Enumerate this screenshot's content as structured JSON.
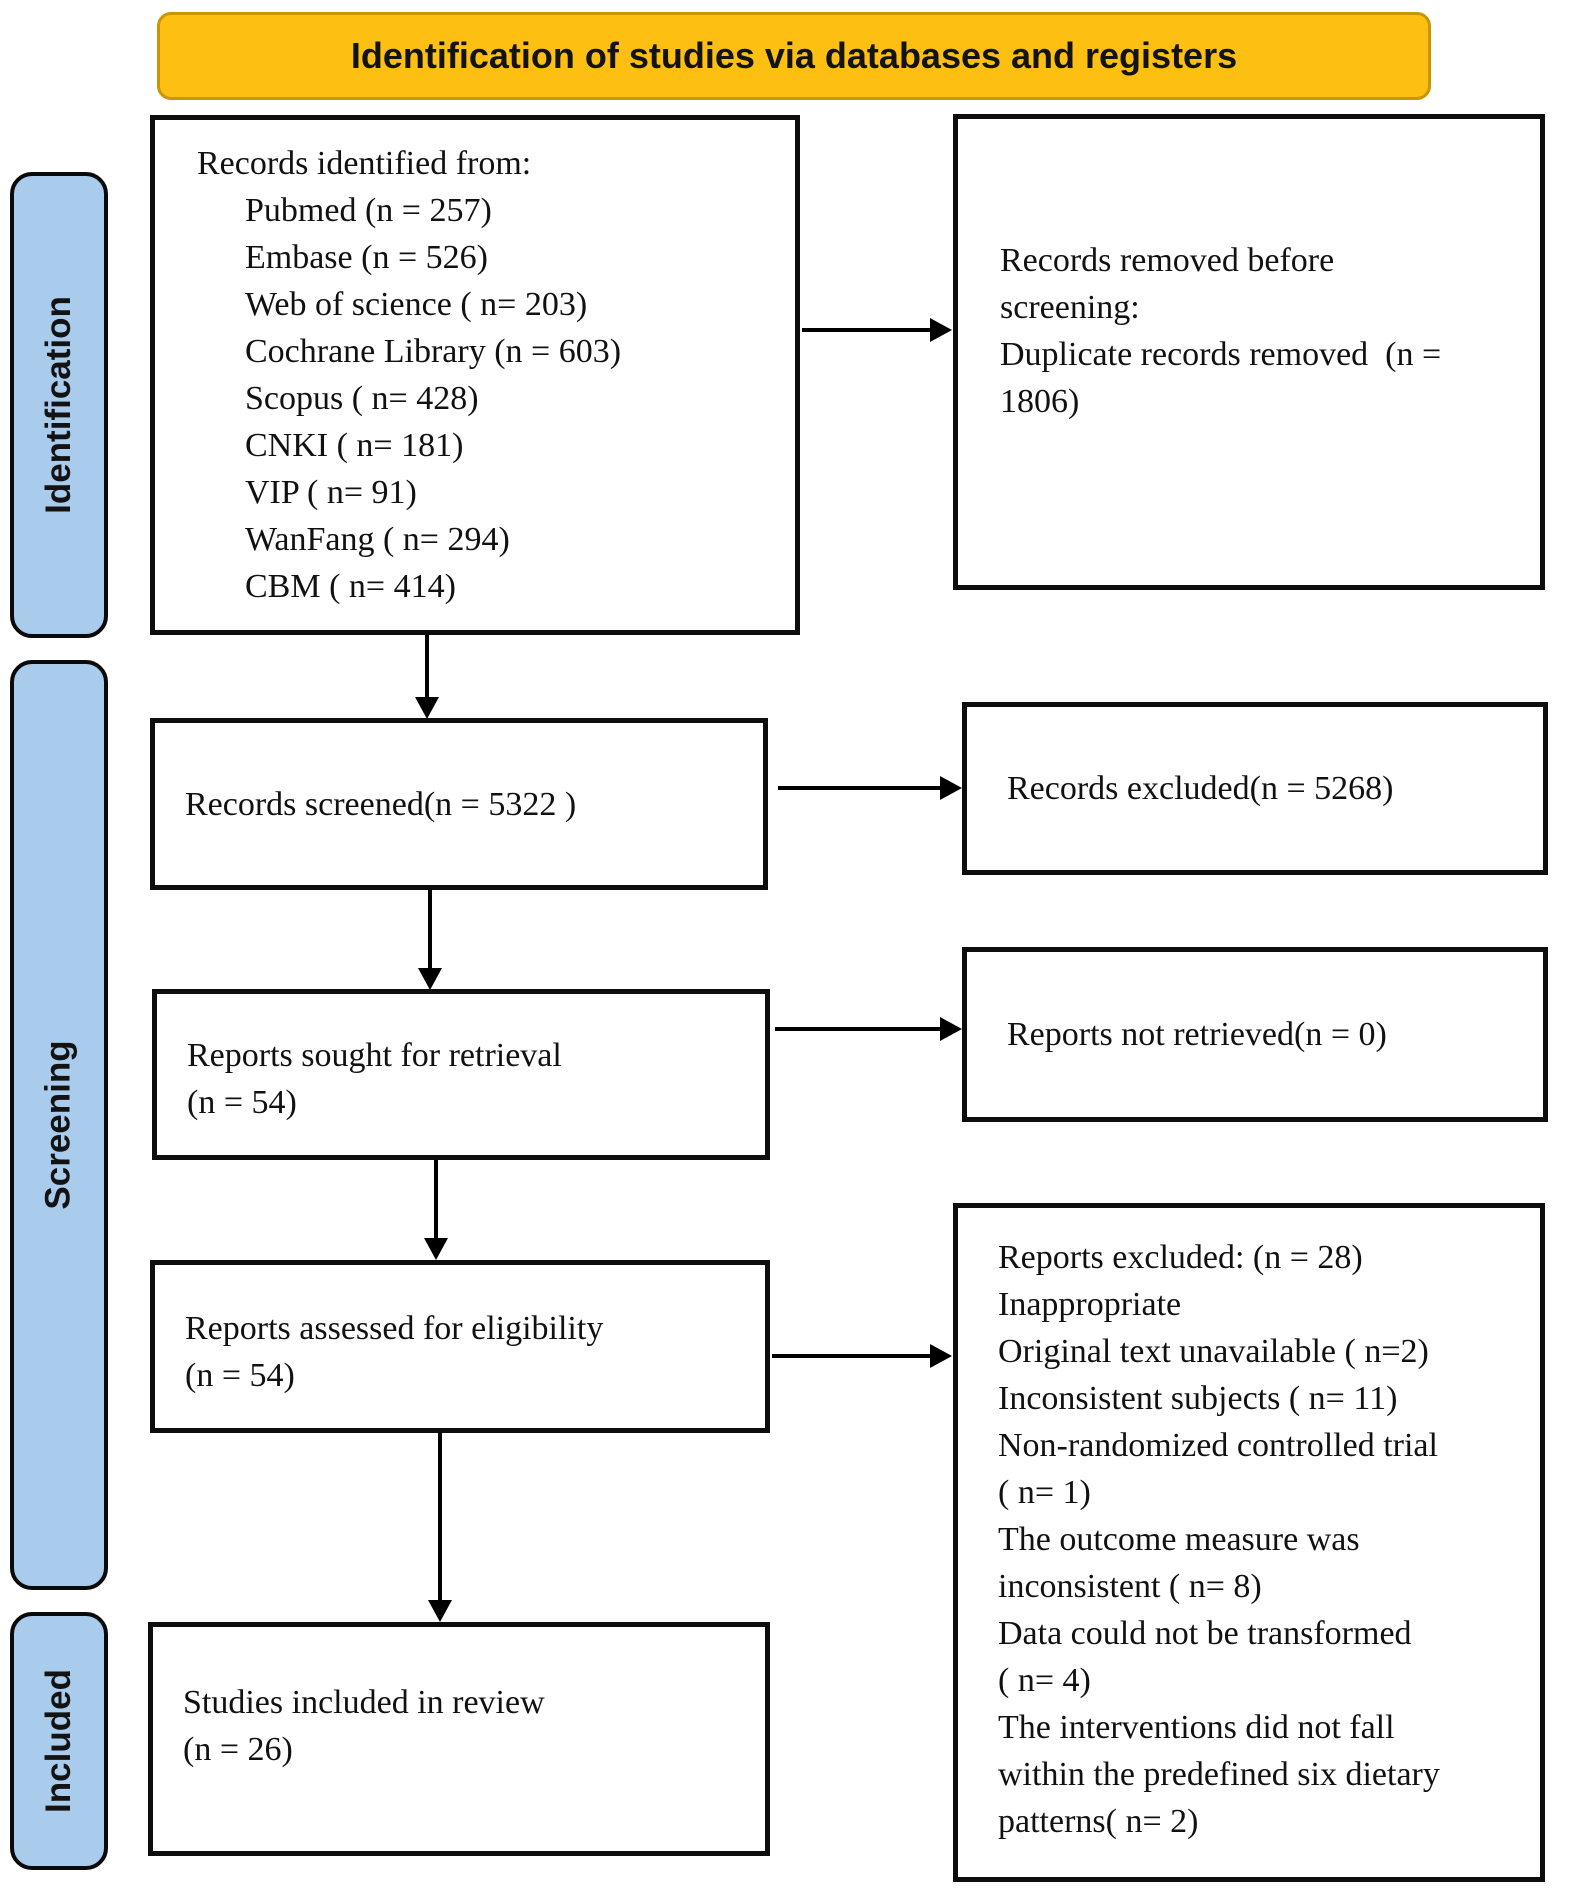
{
  "banner": {
    "title": "Identification of studies via databases and registers"
  },
  "stages": {
    "identification": {
      "label": "Identification"
    },
    "screening": {
      "label": "Screening"
    },
    "included": {
      "label": "Included"
    }
  },
  "boxes": {
    "records_identified": {
      "heading": "Records identified from:",
      "items": [
        "Pubmed (n = 257)",
        "Embase (n = 526)",
        "Web of science ( n= 203)",
        "Cochrane Library (n = 603)",
        "Scopus ( n= 428)",
        "CNKI ( n= 181)",
        "VIP ( n= 91)",
        "WanFang ( n= 294)",
        "CBM ( n= 414)"
      ]
    },
    "records_removed": {
      "lines": [
        "Records removed before",
        "screening:",
        "Duplicate records removed  (n =",
        "1806)"
      ]
    },
    "records_screened": {
      "text": "Records screened(n = 5322 )"
    },
    "records_excluded": {
      "text": "Records excluded(n = 5268)"
    },
    "reports_sought": {
      "lines": [
        "Reports sought for retrieval",
        "(n = 54)"
      ]
    },
    "reports_not_retrieved": {
      "text": "Reports not retrieved(n = 0)"
    },
    "reports_assessed": {
      "lines": [
        "Reports assessed for eligibility",
        "(n = 54)"
      ]
    },
    "reports_excluded": {
      "lines": [
        "Reports excluded: (n = 28)",
        "Inappropriate",
        "Original text unavailable ( n=2)",
        "Inconsistent subjects ( n= 11)",
        "Non-randomized controlled trial",
        "( n= 1)",
        "The outcome measure was",
        "inconsistent ( n= 8)",
        "Data could not be transformed",
        "( n= 4)",
        "The interventions did not fall",
        "within the predefined six dietary",
        "patterns( n= 2)"
      ]
    },
    "studies_included": {
      "lines": [
        "Studies included in review",
        "(n = 26)"
      ]
    }
  },
  "colors": {
    "banner_fill": "#FCBF12",
    "banner_border": "#C89600",
    "stage_fill": "#A9CBEC",
    "box_border": "#0D0D0D",
    "arrow": "#000000",
    "text": "#111111",
    "background": "#FFFFFF"
  }
}
